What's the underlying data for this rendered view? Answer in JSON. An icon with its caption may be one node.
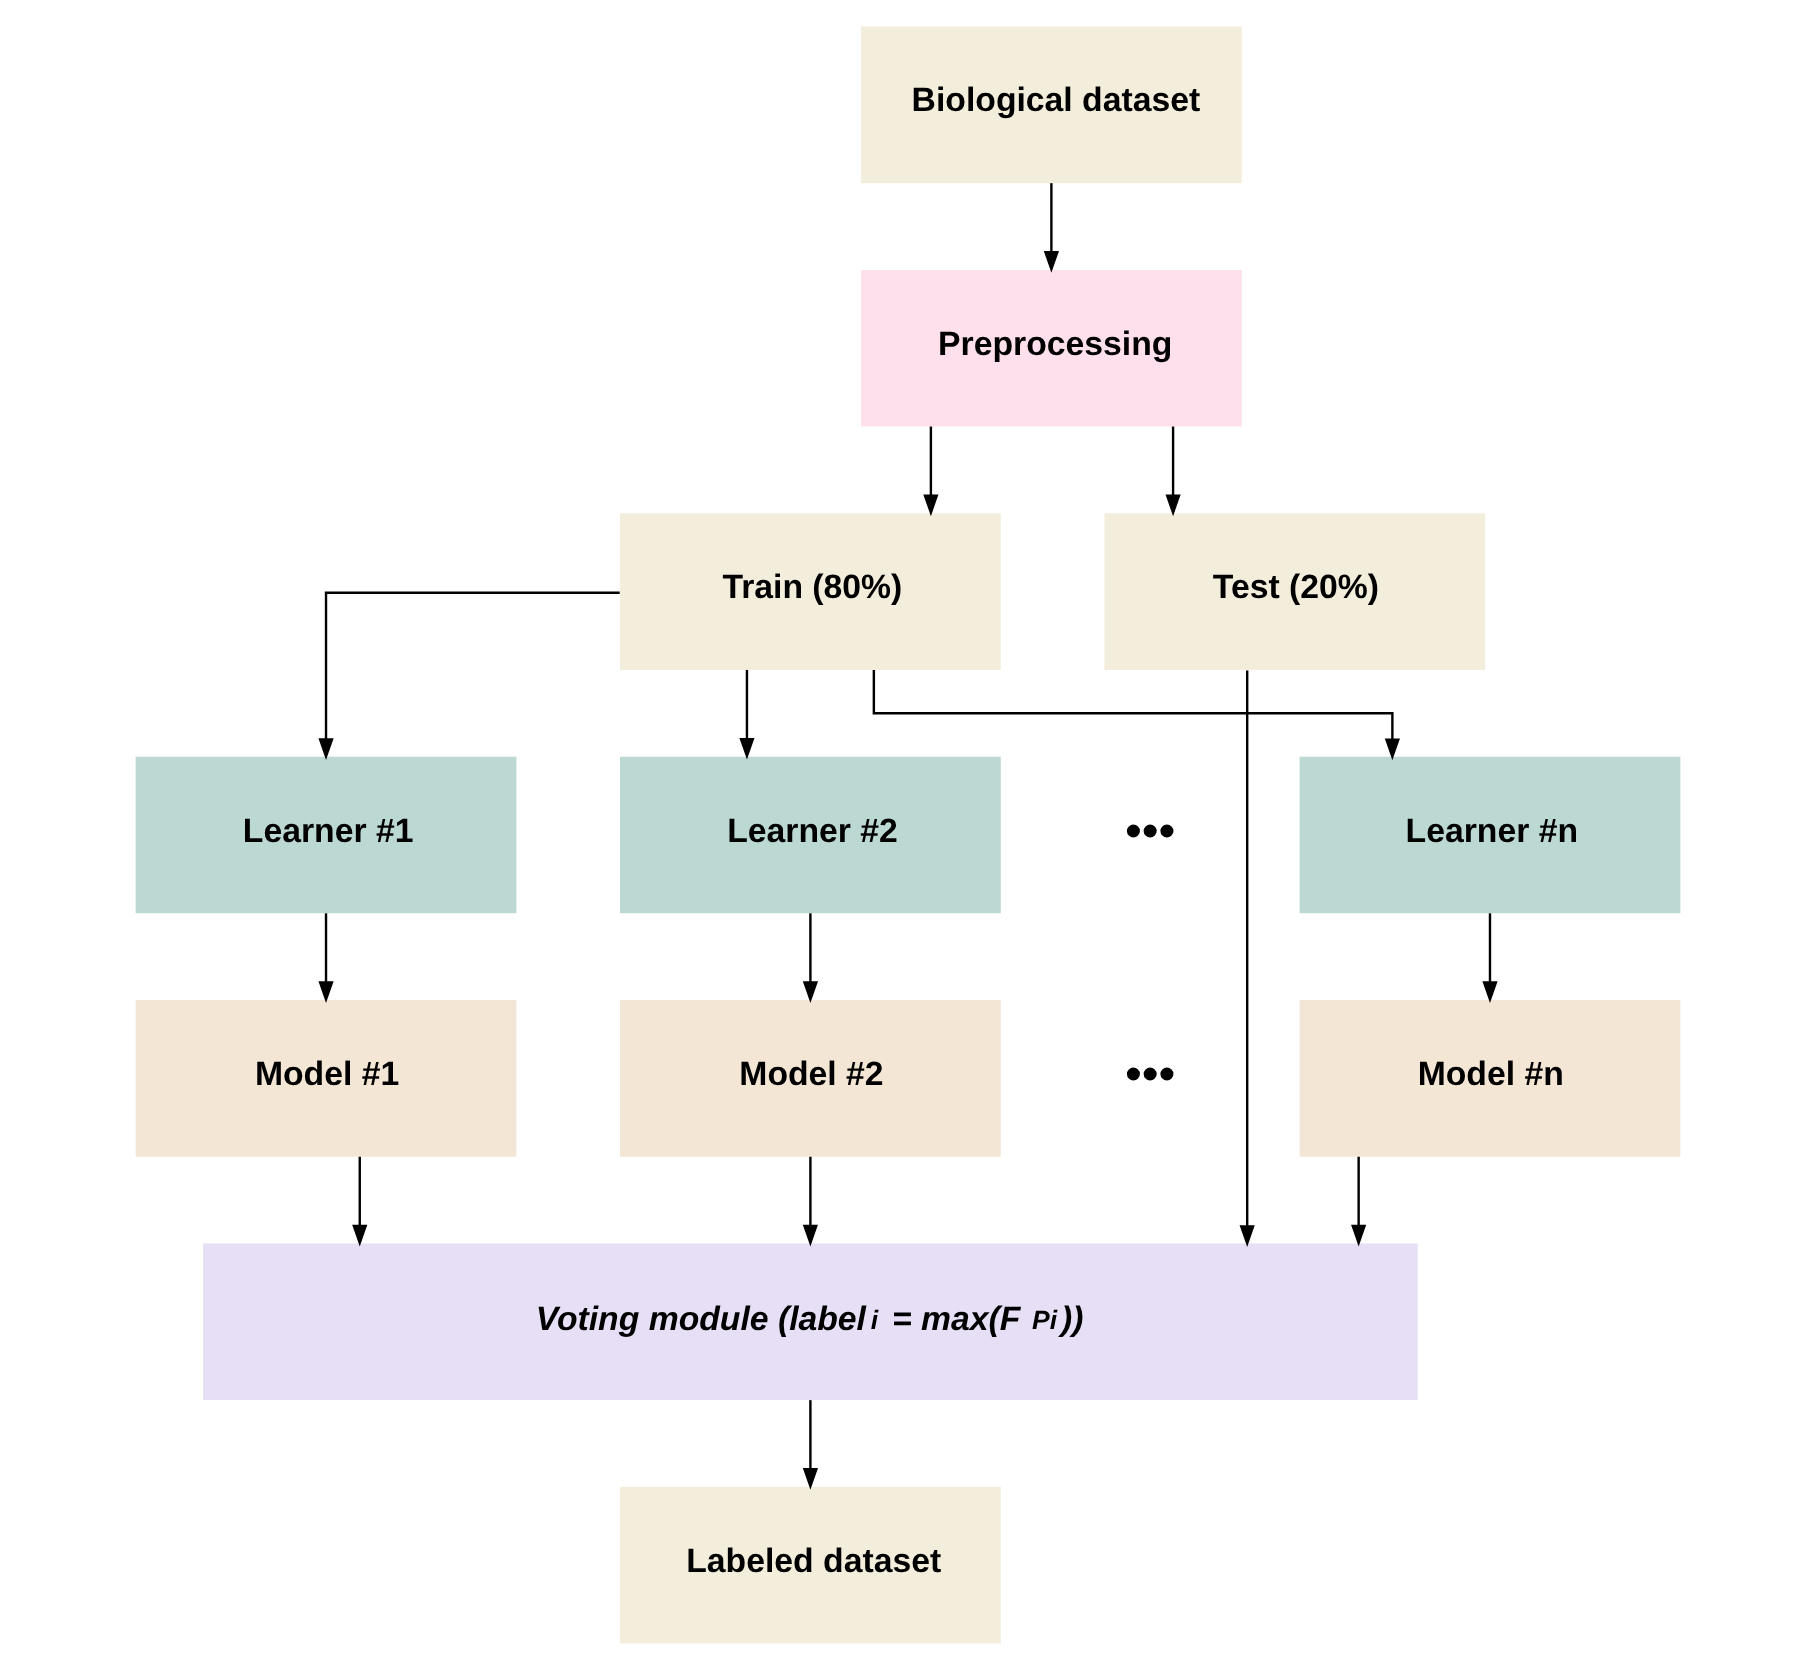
{
  "diagram": {
    "nodes": [
      {
        "text": [
          "Biological dataset"
        ]
      },
      {
        "text": [
          "Preprocessing"
        ]
      },
      {
        "text": [
          "Train (80%)"
        ]
      },
      {
        "text": [
          "Test (20%)"
        ]
      },
      {
        "text": [
          "Learner #1"
        ]
      },
      {
        "text": [
          "Learner #2"
        ]
      },
      {
        "text": [
          "Learner #n"
        ]
      },
      {
        "text": [
          "Model #1"
        ]
      },
      {
        "text": [
          "Model #2"
        ]
      },
      {
        "text": [
          "Model #n"
        ]
      },
      {
        "text": [
          "Voting module (label$_{i}$ = max(F$_{Pi}$))"
        ]
      },
      {
        "text": [
          "Labeled dataset"
        ]
      }
    ],
    "edges": [
      {
        "from": 0,
        "to": 1,
        "arrow": "to"
      },
      {
        "from": 1,
        "to": 2,
        "arrow": "to"
      },
      {
        "from": 1,
        "to": 3,
        "arrow": "to"
      },
      {
        "from": 2,
        "to": 4,
        "arrow": "to"
      },
      {
        "from": 2,
        "to": 5,
        "arrow": "to"
      },
      {
        "from": 2,
        "to": 6,
        "arrow": "to"
      },
      {
        "from": 4,
        "to": 7,
        "arrow": "to"
      },
      {
        "from": 5,
        "to": 8,
        "arrow": "to"
      },
      {
        "from": 6,
        "to": 9,
        "arrow": "to"
      },
      {
        "from": 7,
        "to": 10,
        "arrow": "to"
      },
      {
        "from": 8,
        "to": 10,
        "arrow": "to"
      },
      {
        "from": 9,
        "to": 10,
        "arrow": "to"
      },
      {
        "from": 3,
        "to": 10,
        "arrow": "to"
      },
      {
        "from": 10,
        "to": 11,
        "arrow": "to"
      }
    ],
    "labels": [
      "•••",
      "•••"
    ]
  }
}
